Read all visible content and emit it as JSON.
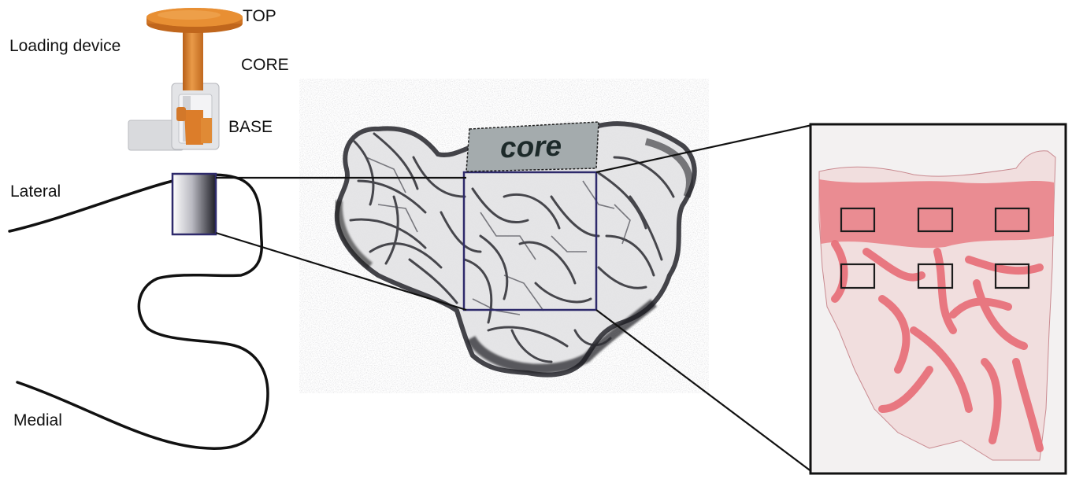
{
  "figure": {
    "device_labels": {
      "device": "Loading device",
      "top": "TOP",
      "core": "CORE",
      "base": "BASE"
    },
    "orientation": {
      "lateral": "Lateral",
      "medial": "Medial"
    },
    "core_tag": "core",
    "histology": {
      "roi_box_count": 6
    },
    "colors": {
      "device_orange": "#e0892f",
      "device_base_gray": "#dcdde0",
      "outline": "#111111",
      "core_box_stroke": "#2e2a6b",
      "histology_pink": "#e9838a",
      "histology_background": "#f2efef",
      "core_tag_fill": "#a4abad"
    }
  }
}
